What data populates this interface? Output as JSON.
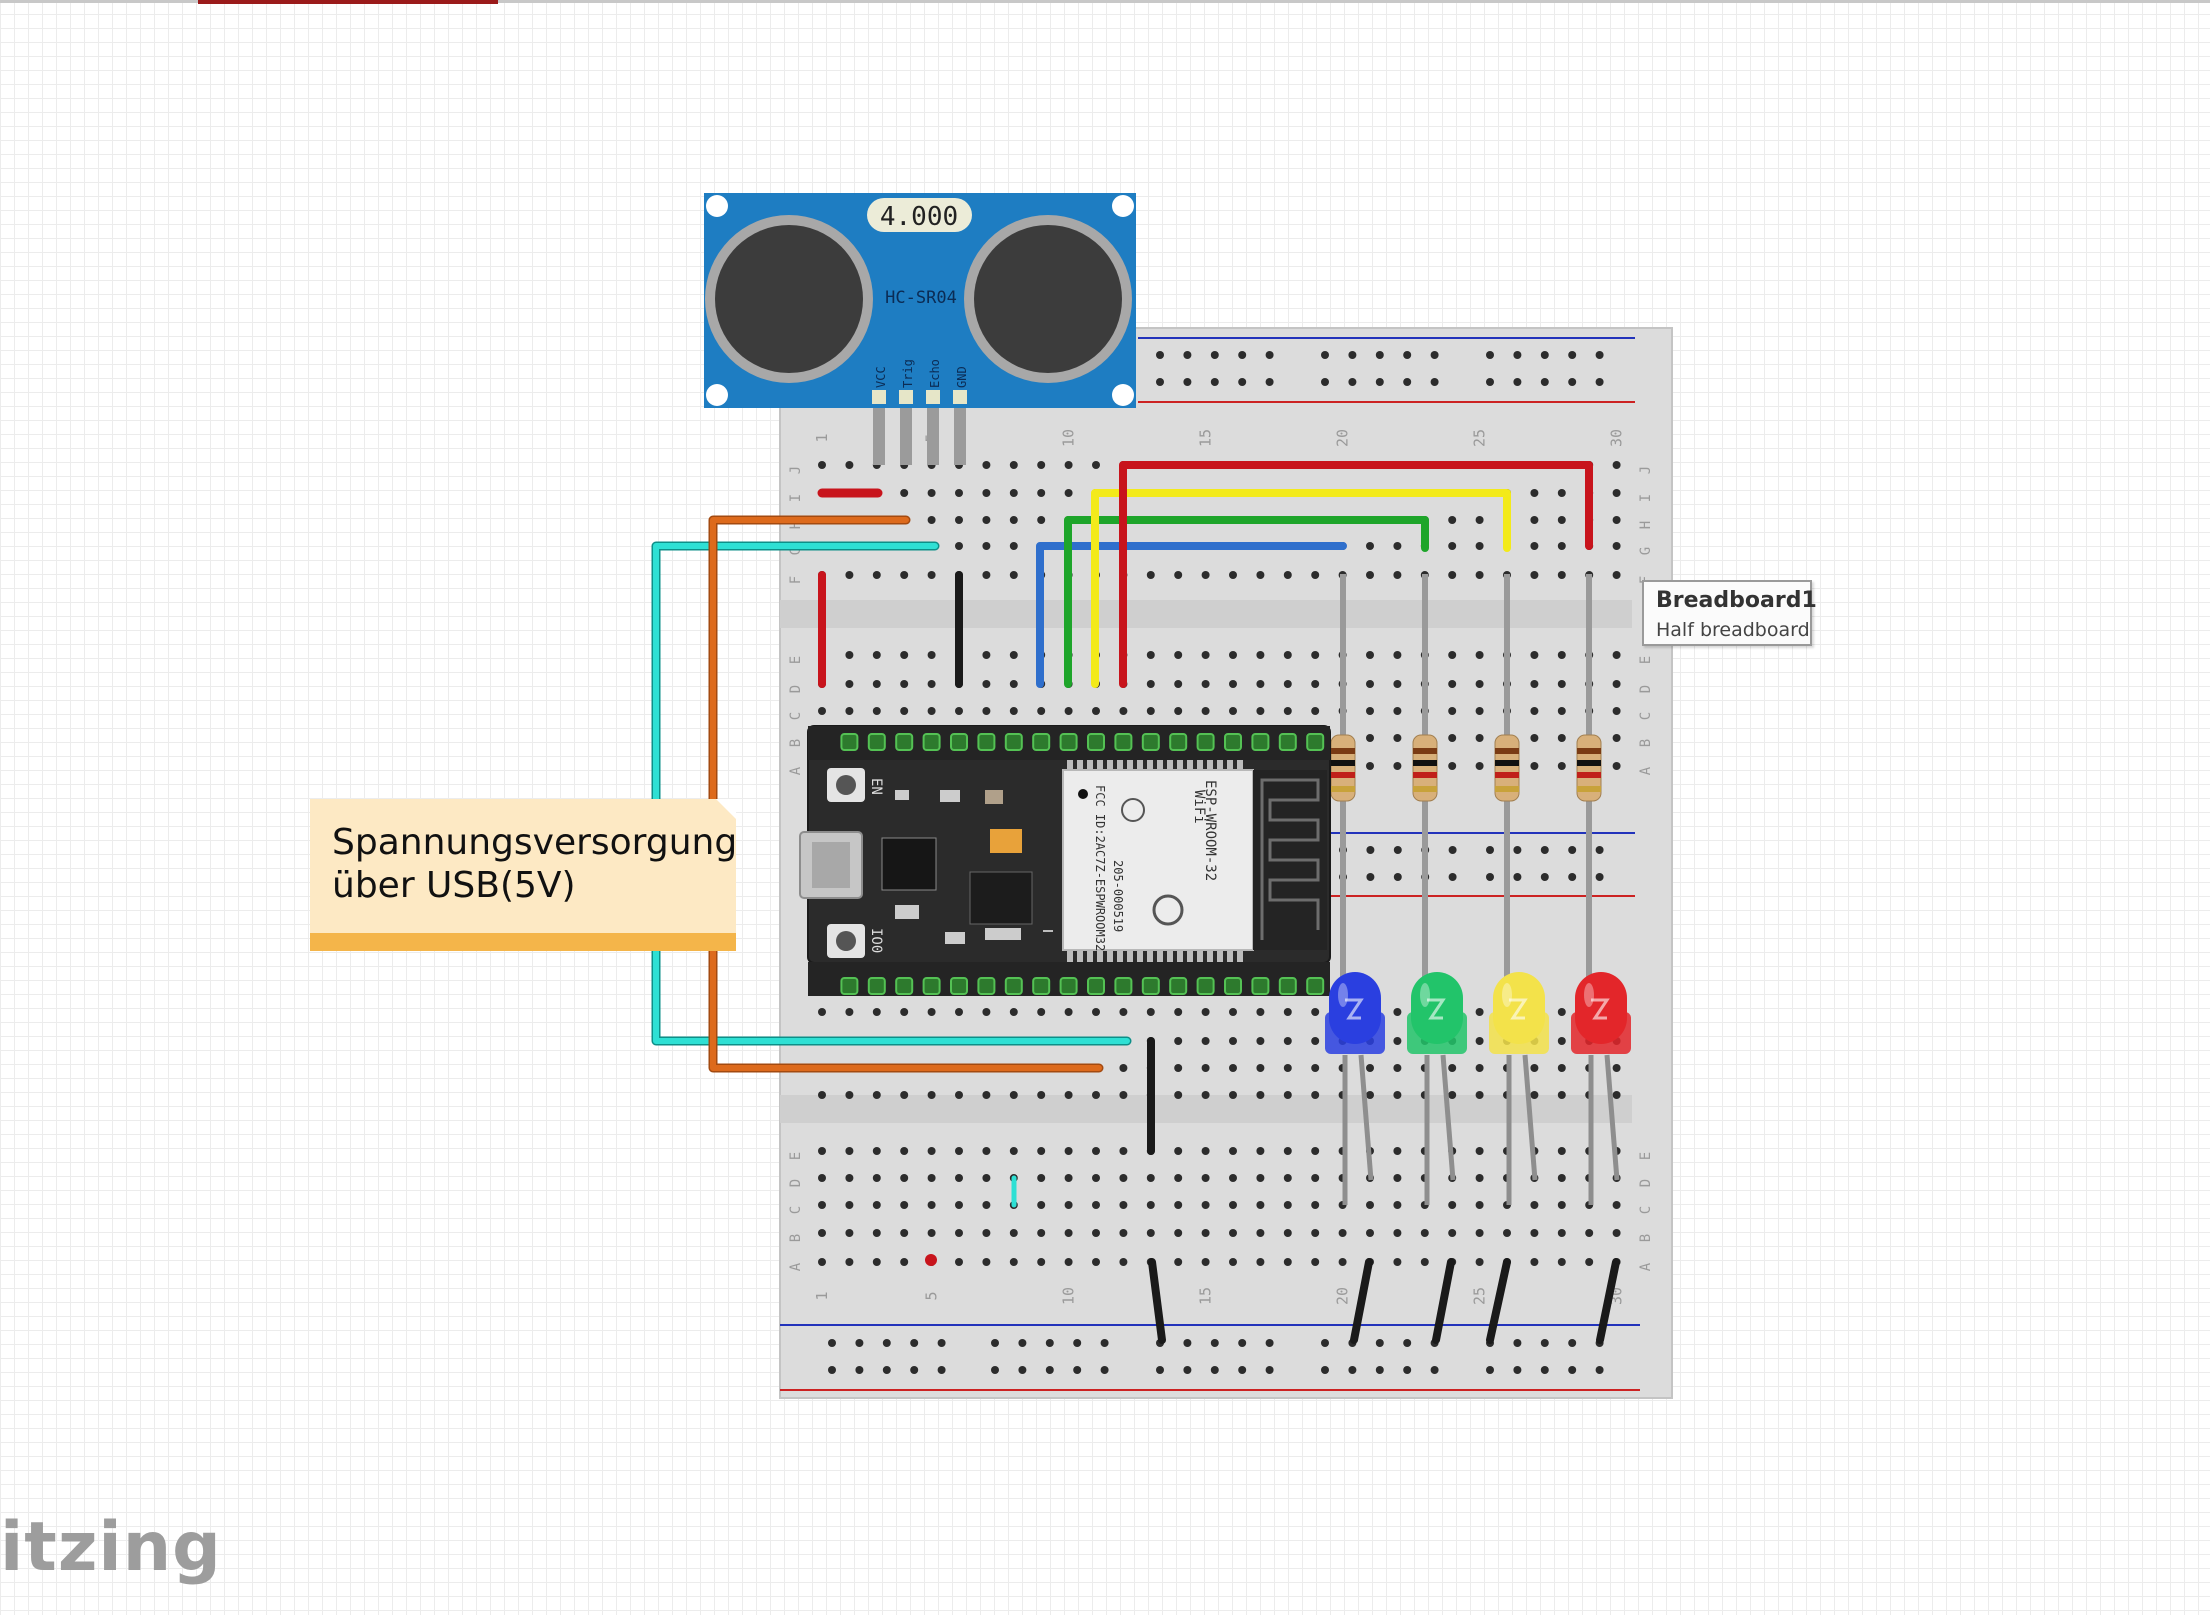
{
  "sensor": {
    "display": "4.000",
    "model": "HC-SR04",
    "pins": [
      "VCC",
      "Trig",
      "Echo",
      "GND"
    ]
  },
  "esp32": {
    "module_name": "ESP-WROOM-32",
    "fcc_text": "FCC ID:2AC7Z-ESPWROOM32",
    "cert_text": "205-000519",
    "wifi_label": "WiFi",
    "en_label": "EN",
    "io0_label": "IO0"
  },
  "breadboard": {
    "tooltip_title": "Breadboard1",
    "tooltip_subtitle": "Half breadboard",
    "column_numbers": [
      "1",
      "5",
      "10",
      "15",
      "20",
      "25",
      "30"
    ],
    "row_letters_top": [
      "J",
      "I",
      "H",
      "G",
      "F"
    ],
    "row_letters_bottom": [
      "E",
      "D",
      "C",
      "B",
      "A"
    ]
  },
  "note": {
    "line1": "Spannungsversorgung",
    "line2": "über USB(5V)"
  },
  "leds": [
    {
      "color_name": "blue",
      "color": "#2a3fe0"
    },
    {
      "color_name": "green",
      "color": "#22c46a"
    },
    {
      "color_name": "yellow",
      "color": "#f3e24a"
    },
    {
      "color_name": "red",
      "color": "#e3262a"
    }
  ],
  "wire_colors": {
    "red": "#c8141c",
    "orange": "#dd6a1c",
    "cyan": "#2ee0d4",
    "yellow": "#f3ea1a",
    "green": "#1ea52a",
    "blue": "#2f6fcc",
    "black": "#1a1a1a"
  },
  "logo": "itzing"
}
